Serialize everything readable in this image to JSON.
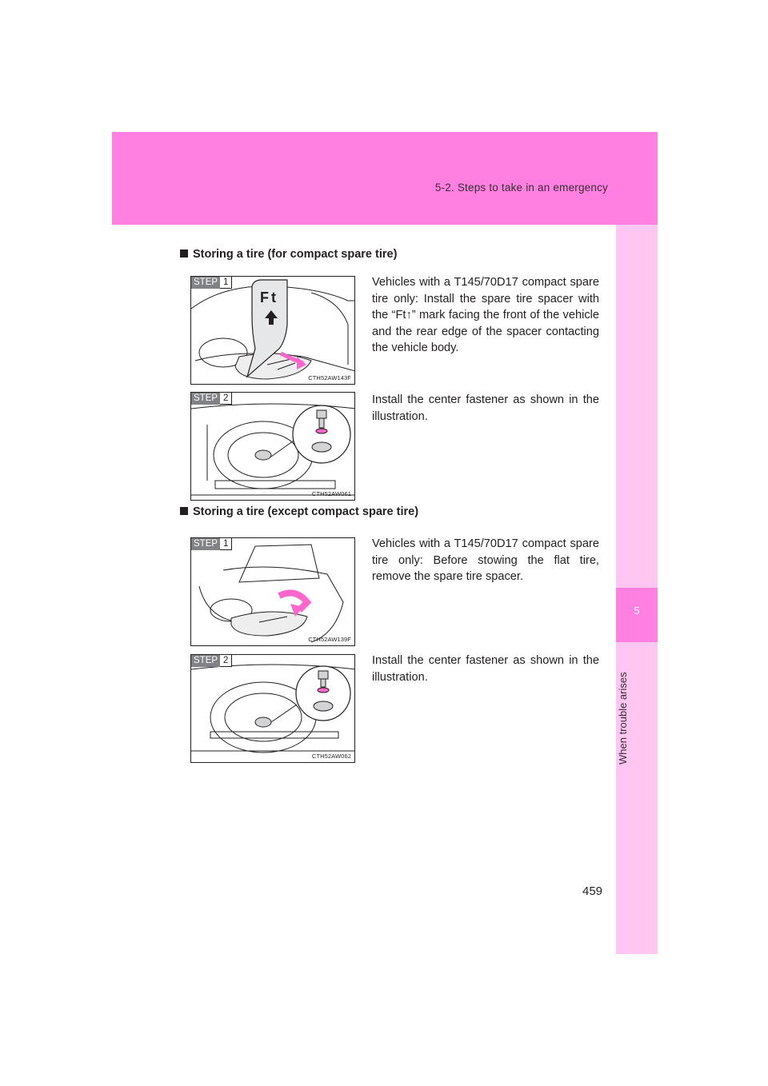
{
  "header": {
    "section_title": "5-2. Steps to take in an emergency"
  },
  "sidebar": {
    "chapter_number": "5",
    "chapter_title": "When trouble arises"
  },
  "sections": [
    {
      "heading": "Storing a tire (for compact spare tire)",
      "steps": [
        {
          "step_label": "STEP",
          "step_number": "1",
          "figure_code": "CTH52AW143F",
          "callout_text": "Ft",
          "text": "Vehicles with a T145/70D17 compact spare tire only: Install the spare tire spacer with the “Ft↑” mark facing the front of the vehicle and the rear edge of the spacer contacting the vehicle body."
        },
        {
          "step_label": "STEP",
          "step_number": "2",
          "figure_code": "CTH52AW061",
          "text": "Install the center fastener as shown in the illustration."
        }
      ]
    },
    {
      "heading": "Storing a tire (except compact spare tire)",
      "steps": [
        {
          "step_label": "STEP",
          "step_number": "1",
          "figure_code": "CTH52AW139F",
          "text": "Vehicles with a T145/70D17 compact spare tire only: Before stowing the flat tire, remove the spare tire spacer."
        },
        {
          "step_label": "STEP",
          "step_number": "2",
          "figure_code": "CTH52AW062",
          "text": "Install the center fastener as shown in the illustration."
        }
      ]
    }
  ],
  "page_number": "459",
  "colors": {
    "accent": "#ff80e0",
    "sidebar": "#ffc6f2",
    "highlight": "#ff66cc"
  }
}
